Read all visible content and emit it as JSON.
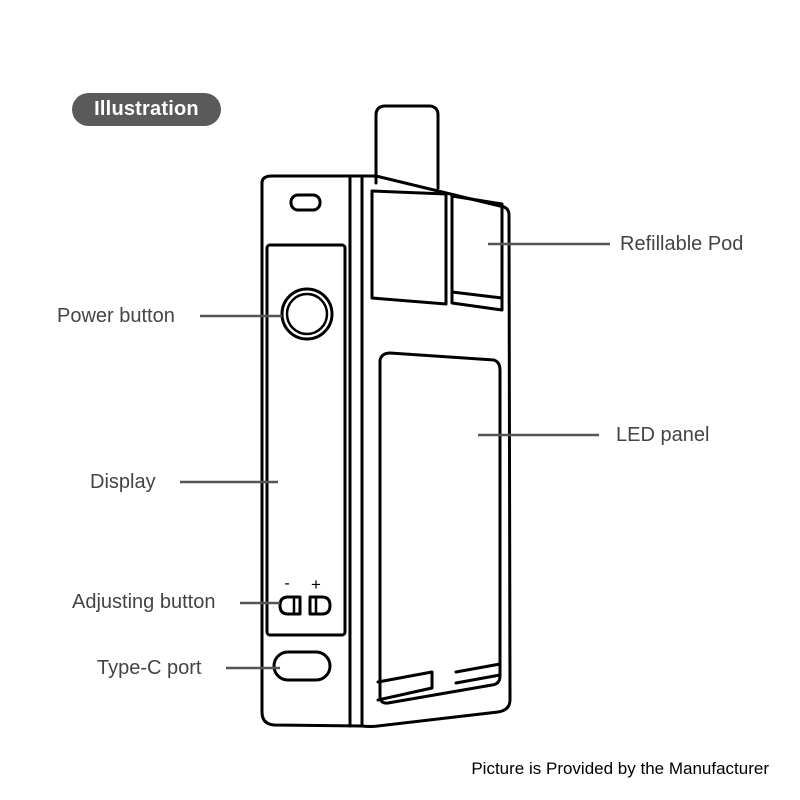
{
  "badge": "Illustration",
  "labels": {
    "refillable_pod": "Refillable Pod",
    "power_button": "Power button",
    "led_panel": "LED panel",
    "display": "Display",
    "adjusting_button": "Adjusting button",
    "type_c_port": "Type-C port",
    "minus_sign": "-",
    "plus_sign": "+"
  },
  "footer": "Picture is Provided by the Manufacturer",
  "colors": {
    "badge_bg": "#5a5a5a",
    "line": "#000000",
    "leader": "#555555",
    "label_text": "#444444"
  }
}
